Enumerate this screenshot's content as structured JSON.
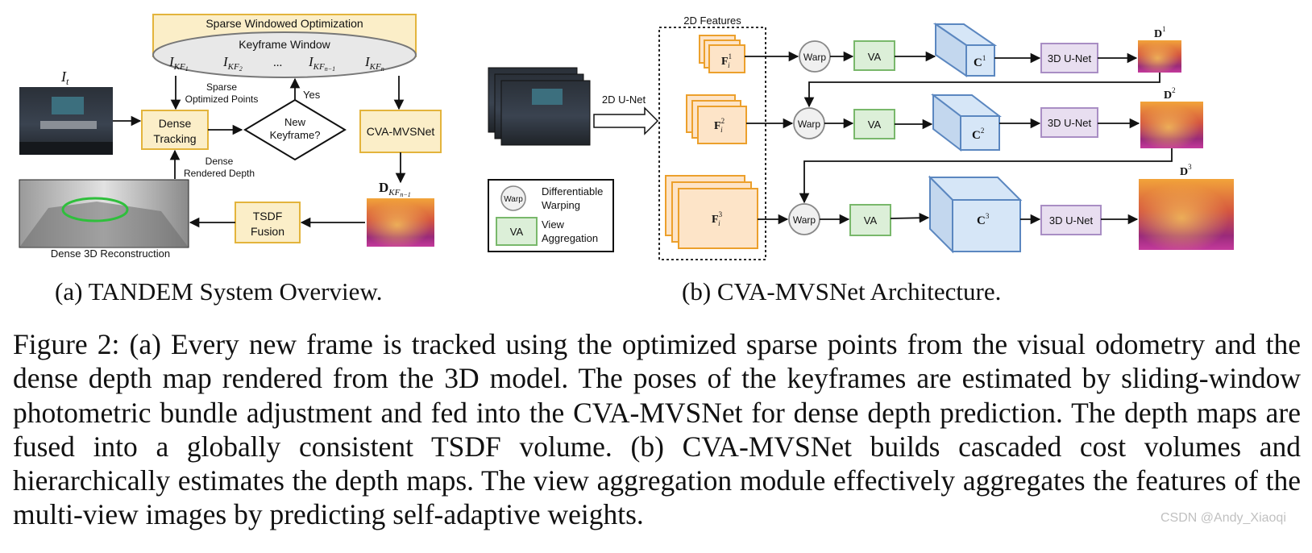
{
  "panel_a": {
    "caption": "(a) TANDEM System Overview.",
    "window_title": "Sparse Windowed Optimization",
    "keyframe_window": "Keyframe Window",
    "kf_1": "I",
    "kf_1_sub": "KF",
    "kf_1_subsub": "1",
    "kf_2": "I",
    "kf_2_sub": "KF",
    "kf_2_subsub": "2",
    "ellipsis": "...",
    "kf_n1": "I",
    "kf_n1_sub": "KF",
    "kf_n1_subsub": "n−1",
    "kf_n": "I",
    "kf_n_sub": "KF",
    "kf_n_subsub": "n",
    "input_label": "I",
    "input_sub": "t",
    "sparse_points_1": "Sparse",
    "sparse_points_2": "Optimized Points",
    "yes": "Yes",
    "dense_tracking_1": "Dense",
    "dense_tracking_2": "Tracking",
    "new_keyframe_1": "New",
    "new_keyframe_2": "Keyframe?",
    "cva_mvsnet": "CVA-MVSNet",
    "dense_depth_1": "Dense",
    "dense_depth_2": "Rendered Depth",
    "depth_label": "D",
    "depth_sub": "KF",
    "depth_subsub": "n−1",
    "tsdf_1": "TSDF",
    "tsdf_2": "Fusion",
    "reconstruction": "Dense 3D Reconstruction"
  },
  "panel_b": {
    "caption": "(b) CVA-MVSNet Architecture.",
    "features_title": "2D Features",
    "unet2d": "2D U-Net",
    "feature_label": "F",
    "feature_sub": "i",
    "levels": [
      {
        "sup": "1",
        "warp": "Warp",
        "va": "VA",
        "cost": "C",
        "unet": "3D U-Net",
        "depth": "D"
      },
      {
        "sup": "2",
        "warp": "Warp",
        "va": "VA",
        "cost": "C",
        "unet": "3D U-Net",
        "depth": "D"
      },
      {
        "sup": "3",
        "warp": "Warp",
        "va": "VA",
        "cost": "C",
        "unet": "3D U-Net",
        "depth": "D"
      }
    ],
    "legend": {
      "warp_icon": "Warp",
      "warp_text_1": "Differentiable",
      "warp_text_2": "Warping",
      "va_icon": "VA",
      "va_text_1": "View",
      "va_text_2": "Aggregation"
    }
  },
  "caption": {
    "label": "Figure 2:",
    "text": "(a) Every new frame is tracked using the optimized sparse points from the visual odometry and the dense depth map rendered from the 3D model. The poses of the keyframes are estimated by sliding-window photometric bundle adjustment and fed into the CVA-MVSNet for dense depth prediction. The depth maps are fused into a globally consistent TSDF volume. (b) CVA-MVSNet builds cascaded cost volumes and hierarchically estimates the depth maps. The view aggregation module effectively aggregates the features of the multi-view images by predicting self-adaptive weights."
  },
  "watermark": "CSDN @Andy_Xiaoqi",
  "colors": {
    "yellow_fill": "#fbeec8",
    "yellow_stroke": "#e3b43c",
    "orange_fill": "#fde4c8",
    "orange_stroke": "#eca02c",
    "green_fill": "#dcefd8",
    "green_stroke": "#79b86b",
    "purple_fill": "#e8def0",
    "purple_stroke": "#a98ec4",
    "blue_fill": "#d6e6f7",
    "blue_stroke": "#5b87c0"
  }
}
